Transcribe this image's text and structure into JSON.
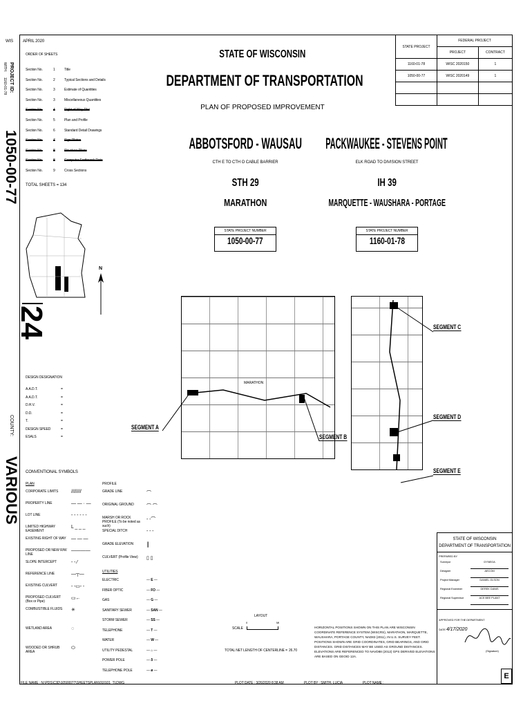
{
  "side": {
    "wis": "WIS",
    "project_id_label": "PROJECT ID:",
    "with_label": "WITH:",
    "with_value": "1160-01-78",
    "project_number": "1050-00-77",
    "county_label": "COUNTY:",
    "county": "VARIOUS",
    "sheet_number": "24"
  },
  "date": "APRIL 2020",
  "order_title": "ORDER OF SHEETS",
  "sheets": [
    {
      "label": "Section No.",
      "num": "1",
      "desc": "Title",
      "struck": false
    },
    {
      "label": "Section No.",
      "num": "2",
      "desc": "Typical Sections and Details",
      "struck": false
    },
    {
      "label": "Section No.",
      "num": "3",
      "desc": "Estimate of Quantities",
      "struck": false
    },
    {
      "label": "Section No.",
      "num": "3",
      "desc": "Miscellaneous Quantities",
      "struck": false
    },
    {
      "label": "Section No.",
      "num": "4",
      "desc": "Right of Way Plat",
      "struck": true
    },
    {
      "label": "Section No.",
      "num": "5",
      "desc": "Plan and Profile",
      "struck": false
    },
    {
      "label": "Section No.",
      "num": "6",
      "desc": "Standard Detail Drawings",
      "struck": false
    },
    {
      "label": "Section No.",
      "num": "7",
      "desc": "Sign Plates",
      "struck": true
    },
    {
      "label": "Section No.",
      "num": "8",
      "desc": "Structure Plans",
      "struck": true
    },
    {
      "label": "Section No.",
      "num": "8",
      "desc": "Computer Earthwork Data",
      "struck": true
    },
    {
      "label": "Section No.",
      "num": "9",
      "desc": "Cross Sections",
      "struck": false
    }
  ],
  "total_sheets": "TOTAL SHEETS = 134",
  "header": {
    "state": "STATE OF WISCONSIN",
    "dept": "DEPARTMENT OF TRANSPORTATION",
    "plan": "PLAN OF PROPOSED IMPROVEMENT"
  },
  "federal": {
    "state_project": "STATE PROJECT",
    "federal_project": "FEDERAL PROJECT",
    "project": "PROJECT",
    "contract": "CONTRACT",
    "rows": [
      {
        "state": "1160-01-78",
        "project": "WISC 2020150",
        "contract": "1"
      },
      {
        "state": "1050-00-77",
        "project": "WISC 2020149",
        "contract": "1"
      }
    ]
  },
  "projects": [
    {
      "name": "ABBOTSFORD - WAUSAU",
      "limits": "CTH E TO CTH O CABLE BARRIER",
      "highway": "STH 29",
      "county": "MARATHON",
      "num_label": "STATE PROJECT NUMBER",
      "num": "1050-00-77"
    },
    {
      "name": "PACKWAUKEE - STEVENS POINT",
      "limits": "ELK ROAD TO DIVISION STREET",
      "highway": "IH 39",
      "county": "MARQUETTE - WAUSHARA - PORTAGE",
      "num_label": "STATE PROJECT NUMBER",
      "num": "1160-01-78"
    }
  ],
  "segments": {
    "a": "SEGMENT A",
    "b": "SEGMENT B",
    "c": "SEGMENT C",
    "d": "SEGMENT D",
    "e": "SEGMENT E"
  },
  "map_labels": {
    "marathon": "MARATHON",
    "north": "N"
  },
  "design": {
    "title": "DESIGN DESIGNATION",
    "rows": [
      "A.A.D.T.",
      "A.A.D.T.",
      "D.H.V.",
      "D.D.",
      "T.",
      "DESIGN SPEED",
      "ESALS"
    ],
    "eq": "="
  },
  "symbols": {
    "title": "CONVENTIONAL SYMBOLS",
    "plan": "PLAN",
    "profile": "PROFILE",
    "left": [
      "CORPORATE LIMITS",
      "PROPERTY LINE",
      "LOT LINE",
      "LIMITED HIGHWAY EASEMENT",
      "EXISTING RIGHT OF WAY",
      "PROPOSED OR NEW R/W LINE",
      "SLOPE INTERCEPT",
      "REFERENCE LINE",
      "EXISTING CULVERT",
      "PROPOSED CULVERT (Box or Pipe)",
      "COMBUSTIBLE FLUIDS",
      "WETLAND AREA",
      "WOODED OR SHRUB AREA"
    ],
    "right": [
      "GRADE LINE",
      "ORIGINAL GROUND",
      "MARSH OR ROCK PROFILE (To be noted as such)",
      "SPECIAL DITCH",
      "GRADE ELEVATION",
      "CULVERT (Profile View)"
    ],
    "utilities": "UTILITIES",
    "util": [
      {
        "n": "ELECTRIC",
        "s": "E"
      },
      {
        "n": "FIBER OPTIC",
        "s": "FO"
      },
      {
        "n": "GAS",
        "s": "G"
      },
      {
        "n": "SANITARY SEWER",
        "s": "SAN"
      },
      {
        "n": "STORM SEWER",
        "s": "SS"
      },
      {
        "n": "TELEPHONE",
        "s": "T"
      },
      {
        "n": "WATER",
        "s": "W"
      },
      {
        "n": "UTILITY PEDESTAL",
        "s": "⌂"
      },
      {
        "n": "POWER POLE",
        "s": "δ"
      },
      {
        "n": "TELEPHONE POLE",
        "s": "ø"
      }
    ]
  },
  "layout": {
    "title": "LAYOUT",
    "scale": "SCALE",
    "zero": "0",
    "max": "MI",
    "length_label": "TOTAL NET LENGTH OF CENTERLINE =",
    "length": "26.70"
  },
  "notes": "HORIZONTAL POSITIONS SHOWN ON THIS PLAN ARE WISCONSIN COORDINATE REFERENCE SYSTEM (WISCRS), MARATHON, MARQUETTE, WAUSHARA, PORTAGE COUNTY, NAD83 (2011), IN U.S. SURVEY FEET. POSITIONS SHOWN ARE GRID COORDINATES, GRID BEARINGS, AND GRID DISTANCES. GRID DISTANCES MAY BE USED AS GROUND DISTANCES. ELEVATIONS ARE REFERENCED TO NAVD88 (2012) GPS DERIVED ELEVATIONS ARE BASED ON GEOID 12A.",
  "approval": {
    "state": "STATE OF WISCONSIN",
    "dept": "DEPARTMENT OF TRANSPORTATION",
    "prepared": "PREPARED BY",
    "rows": [
      {
        "r": "Surveyor",
        "v": "DYNEGA"
      },
      {
        "r": "Designer",
        "v": "AECOM"
      },
      {
        "r": "Project Manager",
        "v": "DANIEL OLSON"
      },
      {
        "r": "Regional Examiner",
        "v": "DEREK DANIS"
      },
      {
        "r": "Regional Supervisor",
        "v": "ACE BEE PLANT"
      }
    ],
    "approved": "APPROVED FOR THE DEPARTMENT",
    "date_label": "DATE",
    "date": "4/17/2020",
    "signature": "(Signature)",
    "e": "E"
  },
  "footer": {
    "file": "FILE NAME :",
    "file_val": "N:\\PDS\\C3D\\10500077\\SHEETSPLAN\\010101_TI.DWG",
    "plot_date": "PLOT DATE :",
    "plot_date_val": "3/26/2020 8:38 AM",
    "plot_by": "PLOT BY :",
    "plot_by_val": "SMITH, LUCIA",
    "plot_name": "PLOT NAME :"
  }
}
